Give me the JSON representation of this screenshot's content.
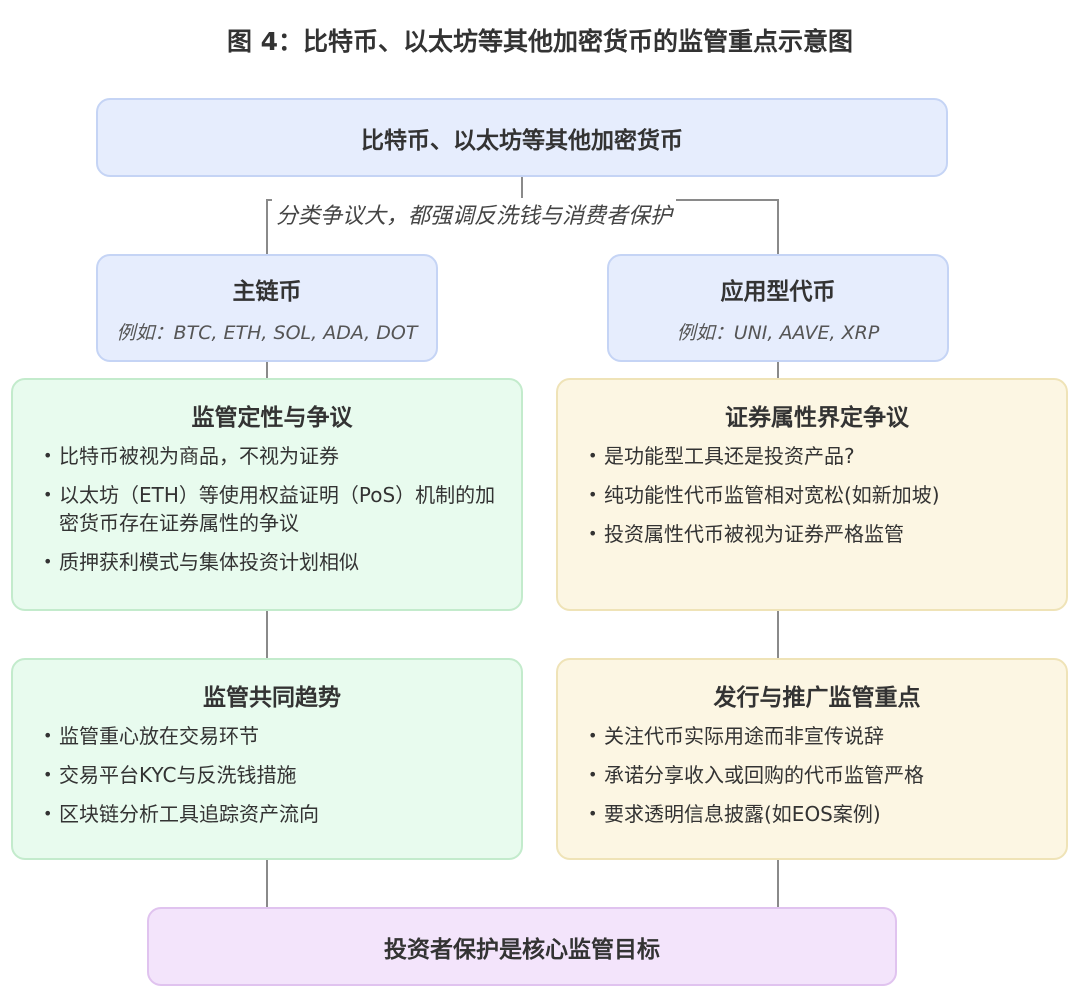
{
  "figure": {
    "title": "图 4：比特币、以太坊等其他加密货币的监管重点示意图"
  },
  "root": {
    "label": "比特币、以太坊等其他加密货币"
  },
  "edge_label": "分类争议大，都强调反洗钱与消费者保护",
  "categories": [
    {
      "title": "主链币",
      "example": "例如：BTC, ETH, SOL, ADA, DOT"
    },
    {
      "title": "应用型代币",
      "example": "例如：UNI, AAVE, XRP"
    }
  ],
  "cards": {
    "left_top": {
      "title": "监管定性与争议",
      "items": [
        "比特币被视为商品，不视为证券",
        "以太坊（ETH）等使用权益证明（PoS）机制的加密货币存在证券属性的争议",
        "质押获利模式与集体投资计划相似"
      ]
    },
    "right_top": {
      "title": "证券属性界定争议",
      "items": [
        "是功能型工具还是投资产品?",
        "纯功能性代币监管相对宽松(如新加坡)",
        "投资属性代币被视为证券严格监管"
      ]
    },
    "left_bottom": {
      "title": "监管共同趋势",
      "items": [
        "监管重心放在交易环节",
        "交易平台KYC与反洗钱措施",
        "区块链分析工具追踪资产流向"
      ]
    },
    "right_bottom": {
      "title": "发行与推广监管重点",
      "items": [
        "关注代币实际用途而非宣传说辞",
        "承诺分享收入或回购的代币监管严格",
        "要求透明信息披露(如EOS案例)"
      ]
    }
  },
  "goal": {
    "label": "投资者保护是核心监管目标"
  },
  "colors": {
    "blue_fill": "#e6edfd",
    "blue_border": "#c5d4f5",
    "green_fill": "#e8fbee",
    "green_border": "#c3ebcc",
    "yellow_fill": "#fcf6e3",
    "yellow_border": "#efe3b7",
    "purple_fill": "#f3e4fb",
    "purple_border": "#e0c3ef",
    "connector": "#8a8a8a"
  }
}
